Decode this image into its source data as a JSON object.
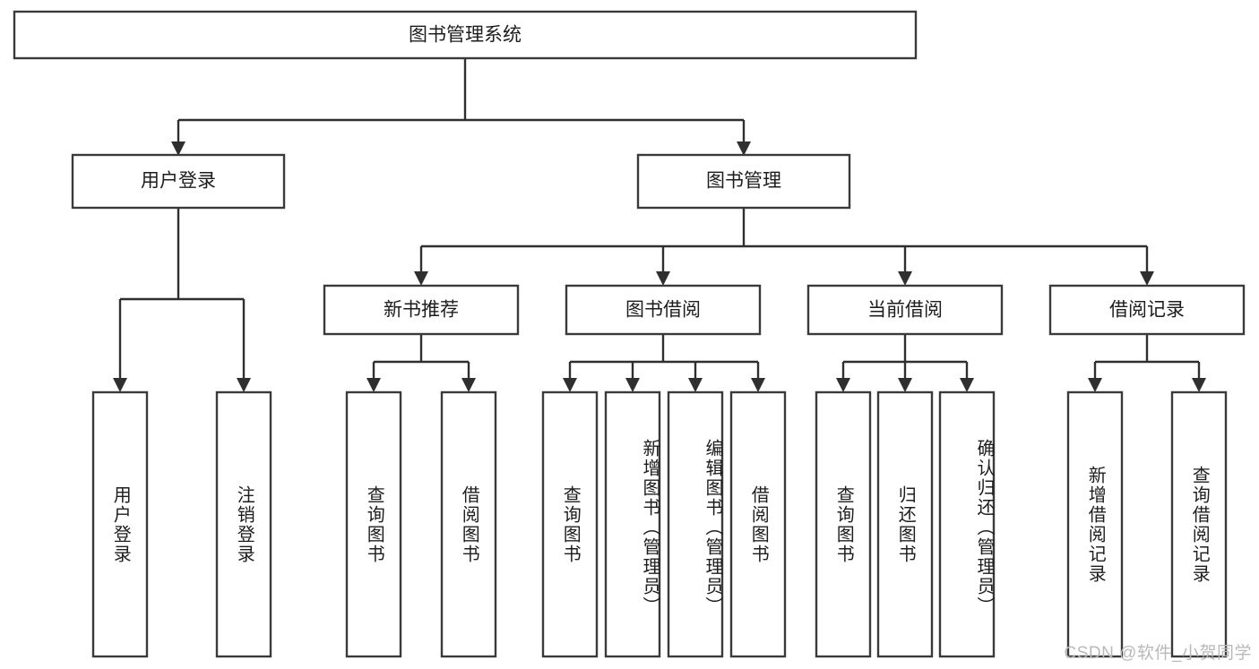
{
  "diagram": {
    "title": "图书管理系统",
    "type": "tree",
    "root": {
      "id": "root",
      "label": "图书管理系统",
      "orientation": "horizontal"
    },
    "level2": [
      {
        "id": "user-login",
        "label": "用户登录",
        "orientation": "horizontal"
      },
      {
        "id": "book-manage",
        "label": "图书管理",
        "orientation": "horizontal"
      }
    ],
    "level3": [
      {
        "id": "new-book-recommend",
        "label": "新书推荐",
        "parent": "book-manage",
        "orientation": "horizontal"
      },
      {
        "id": "book-borrow",
        "label": "图书借阅",
        "parent": "book-manage",
        "orientation": "horizontal"
      },
      {
        "id": "current-borrow",
        "label": "当前借阅",
        "parent": "book-manage",
        "orientation": "horizontal"
      },
      {
        "id": "borrow-record",
        "label": "借阅记录",
        "parent": "book-manage",
        "orientation": "horizontal"
      }
    ],
    "leaves": [
      {
        "id": "leaf-user-login",
        "label": "用户登录",
        "parent": "user-login",
        "orientation": "vertical",
        "align": "center"
      },
      {
        "id": "leaf-user-logout",
        "label": "注销登录",
        "parent": "user-login",
        "orientation": "vertical",
        "align": "center"
      },
      {
        "id": "leaf-query-book-1",
        "label": "查询图书",
        "parent": "new-book-recommend",
        "orientation": "vertical",
        "align": "center"
      },
      {
        "id": "leaf-borrow-book-1",
        "label": "借阅图书",
        "parent": "new-book-recommend",
        "orientation": "vertical",
        "align": "center"
      },
      {
        "id": "leaf-query-book-2",
        "label": "查询图书",
        "parent": "book-borrow",
        "orientation": "vertical",
        "align": "center"
      },
      {
        "id": "leaf-add-book",
        "label": "新增图书（管理员）",
        "parent": "book-borrow",
        "orientation": "vertical",
        "align": "top"
      },
      {
        "id": "leaf-edit-book",
        "label": "编辑图书（管理员）",
        "parent": "book-borrow",
        "orientation": "vertical",
        "align": "top"
      },
      {
        "id": "leaf-borrow-book-2",
        "label": "借阅图书",
        "parent": "book-borrow",
        "orientation": "vertical",
        "align": "center"
      },
      {
        "id": "leaf-query-book-3",
        "label": "查询图书",
        "parent": "current-borrow",
        "orientation": "vertical",
        "align": "center"
      },
      {
        "id": "leaf-return-book",
        "label": "归还图书",
        "parent": "current-borrow",
        "orientation": "vertical",
        "align": "center"
      },
      {
        "id": "leaf-confirm-return",
        "label": "确认归还（管理员）",
        "parent": "current-borrow",
        "orientation": "vertical",
        "align": "top"
      },
      {
        "id": "leaf-add-record",
        "label": "新增借阅记录",
        "parent": "borrow-record",
        "orientation": "vertical",
        "align": "center"
      },
      {
        "id": "leaf-query-record",
        "label": "查询借阅记录",
        "parent": "borrow-record",
        "orientation": "vertical",
        "align": "center"
      }
    ]
  },
  "watermark": {
    "text": "CSDN @软件_小贺同学"
  },
  "colors": {
    "box_stroke": "#3a3a3a",
    "connector": "#2f2f2f",
    "text": "#1d1d1d",
    "background": "#ffffff",
    "watermark": "#b9b9b9"
  }
}
